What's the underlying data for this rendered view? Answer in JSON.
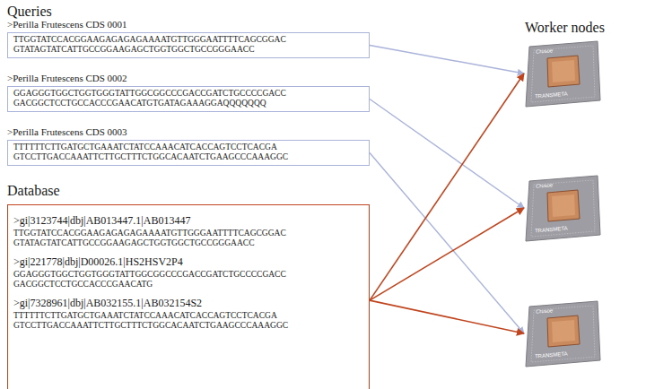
{
  "diagram": {
    "nodes": [
      {
        "text": [
          ">Perilla Frutescens CDS 0001",
          "TTGGTATCCACGGAAGAGAGAGAAAATGTTGGGAATTTTCAGCGGAC GTATAGTATCATTGCCGGAAGAGCTGGTGGCTGCCGGGAACC"
        ]
      },
      {
        "text": [
          ">Perilla Frutescens CDS 0002",
          "GGAGGGTGGCTGGTGGGTATTGGCGGCCCGACCGATCTGCCCCGACC GACGGCTCCTGCCACCCGAACATGTGATAGAAAGGAQQQQQQQ"
        ]
      },
      {
        "text": [
          ">Perilla Frutescens CDS 0003",
          "TTTTTTCTTGATGCTGAAATCTATCCAAACATCACCAGTCCTCACGA GTCCTTGACCAAATTCTTGCTTTCTGGCACAATCTGAAGCCCAAAGGC"
        ]
      },
      {
        "text": [
          "Database",
          ">gi|3123744|dbj|AB013447.1|AB013447",
          "TTGGTATCCACGGAAGAGAGAGAAAATGTTGGGAATTTTCAGCGGAC GTATAGTATCATTGCCGGAAGAGCTGGTGGCTGCCGGGAACC",
          ">gi|221778|dbj|D00026.1|HS2HSV2P4",
          "GGAGGGTGGCTGGTGGGTATTGGCGGCCCGACCGATCTGCCCCGACC GACGGCTCCTGCCACCCGAACATG",
          ">gi|7328961|dbj|AB032155.1|AB032154S2",
          "TTTTTTCTTGATGCTGAAATCTATCCAAACATCACCAGTCCTCACGA GTCCTTGACCAAATTCTTGCTTTCTGGCACAATCTGAAGCCCAAAGGC"
        ]
      },
      {
        "text": [
          "Crusoe",
          "TRANSMETA"
        ]
      },
      {
        "text": [
          "Crusoe",
          "TRANSMETA"
        ]
      },
      {
        "text": [
          "Crusoe",
          "TRANSMETA"
        ]
      }
    ],
    "edges": [
      {
        "from": 0,
        "to": 4,
        "arrow": "to"
      },
      {
        "from": 1,
        "to": 5,
        "arrow": "to"
      },
      {
        "from": 2,
        "to": 6,
        "arrow": "to"
      },
      {
        "from": 3,
        "to": 4,
        "arrow": "to"
      },
      {
        "from": 3,
        "to": 5,
        "arrow": "to"
      },
      {
        "from": 3,
        "to": 6,
        "arrow": "to"
      }
    ],
    "labels": [
      "Queries",
      "Worker nodes"
    ]
  }
}
